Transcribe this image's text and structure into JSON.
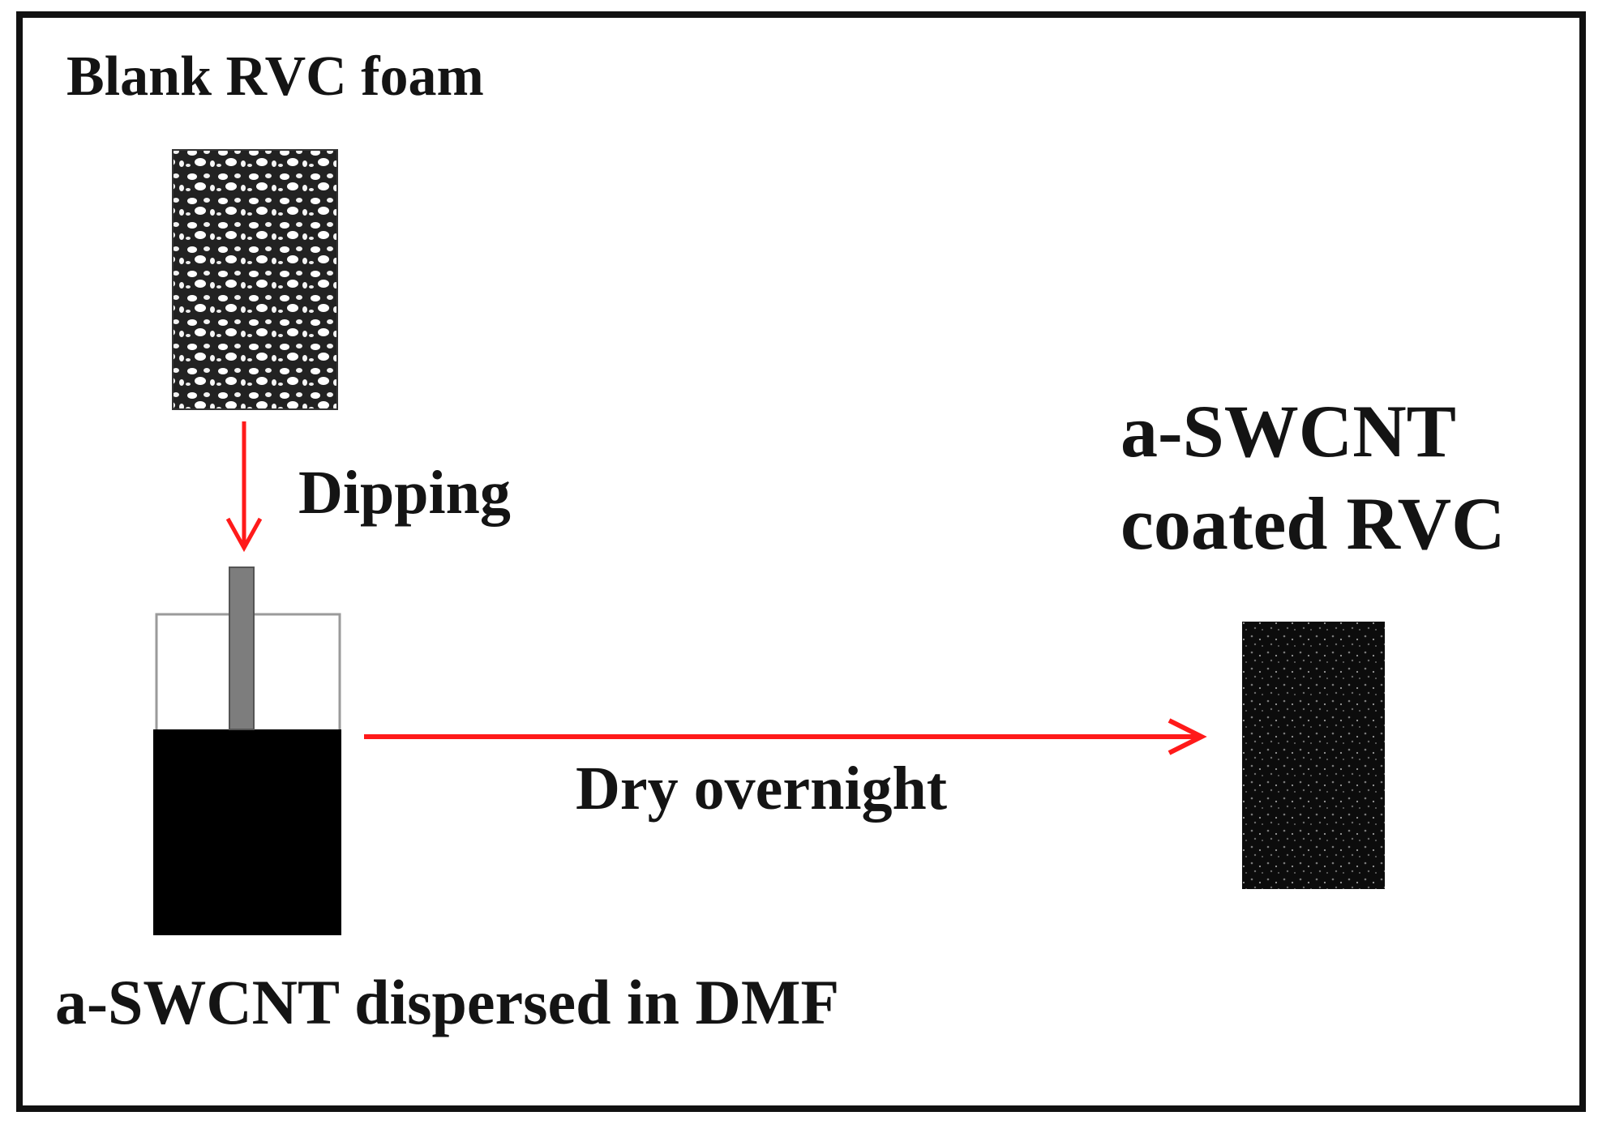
{
  "labels": {
    "blank_foam": "Blank RVC foam",
    "dipping": "Dipping",
    "dispersion": "a-SWCNT dispersed in DMF",
    "dry": "Dry overnight",
    "coated_line1": "a-SWCNT",
    "coated_line2": "coated RVC"
  },
  "colors": {
    "arrow": "#ff1a1a",
    "frame": "#111111",
    "text": "#141414",
    "solution": "#000000",
    "rod": "#7d7d7d",
    "container_outline": "#9a9a9a"
  }
}
